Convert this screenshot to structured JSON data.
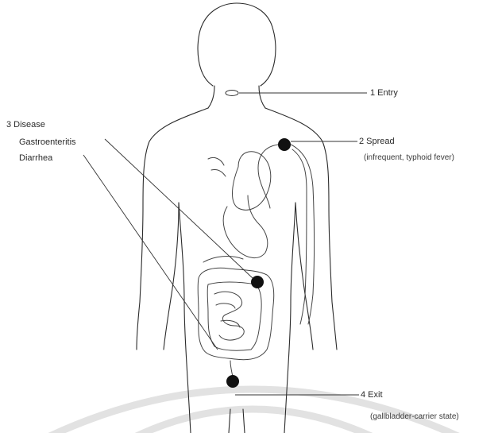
{
  "labels": {
    "entry": "1  Entry",
    "spread_title": "2  Spread",
    "spread_detail": "(infrequent, typhoid fever)",
    "disease_title": "3  Disease",
    "disease_item1": "Gastroenteritis",
    "disease_item2": "Diarrhea",
    "exit_title": "4  Exit",
    "exit_detail": "(gallbladder-carrier state)"
  },
  "colors": {
    "marker": "#111111",
    "outline": "#2b2b2b"
  }
}
